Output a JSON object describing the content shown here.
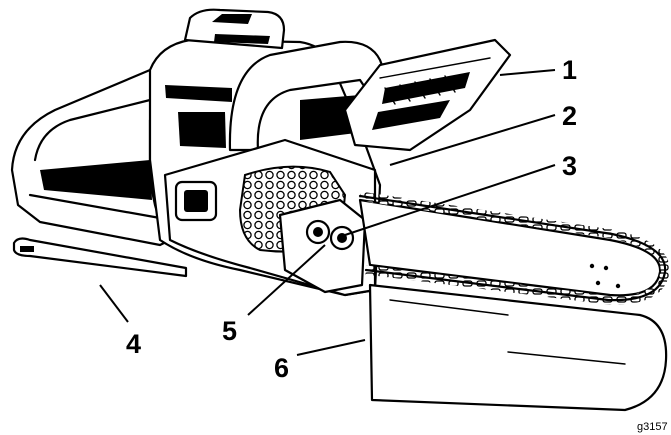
{
  "callouts": [
    {
      "label": "1"
    },
    {
      "label": "2"
    },
    {
      "label": "3"
    },
    {
      "label": "4"
    },
    {
      "label": "5"
    },
    {
      "label": "6"
    }
  ],
  "figure_id": "g3157"
}
